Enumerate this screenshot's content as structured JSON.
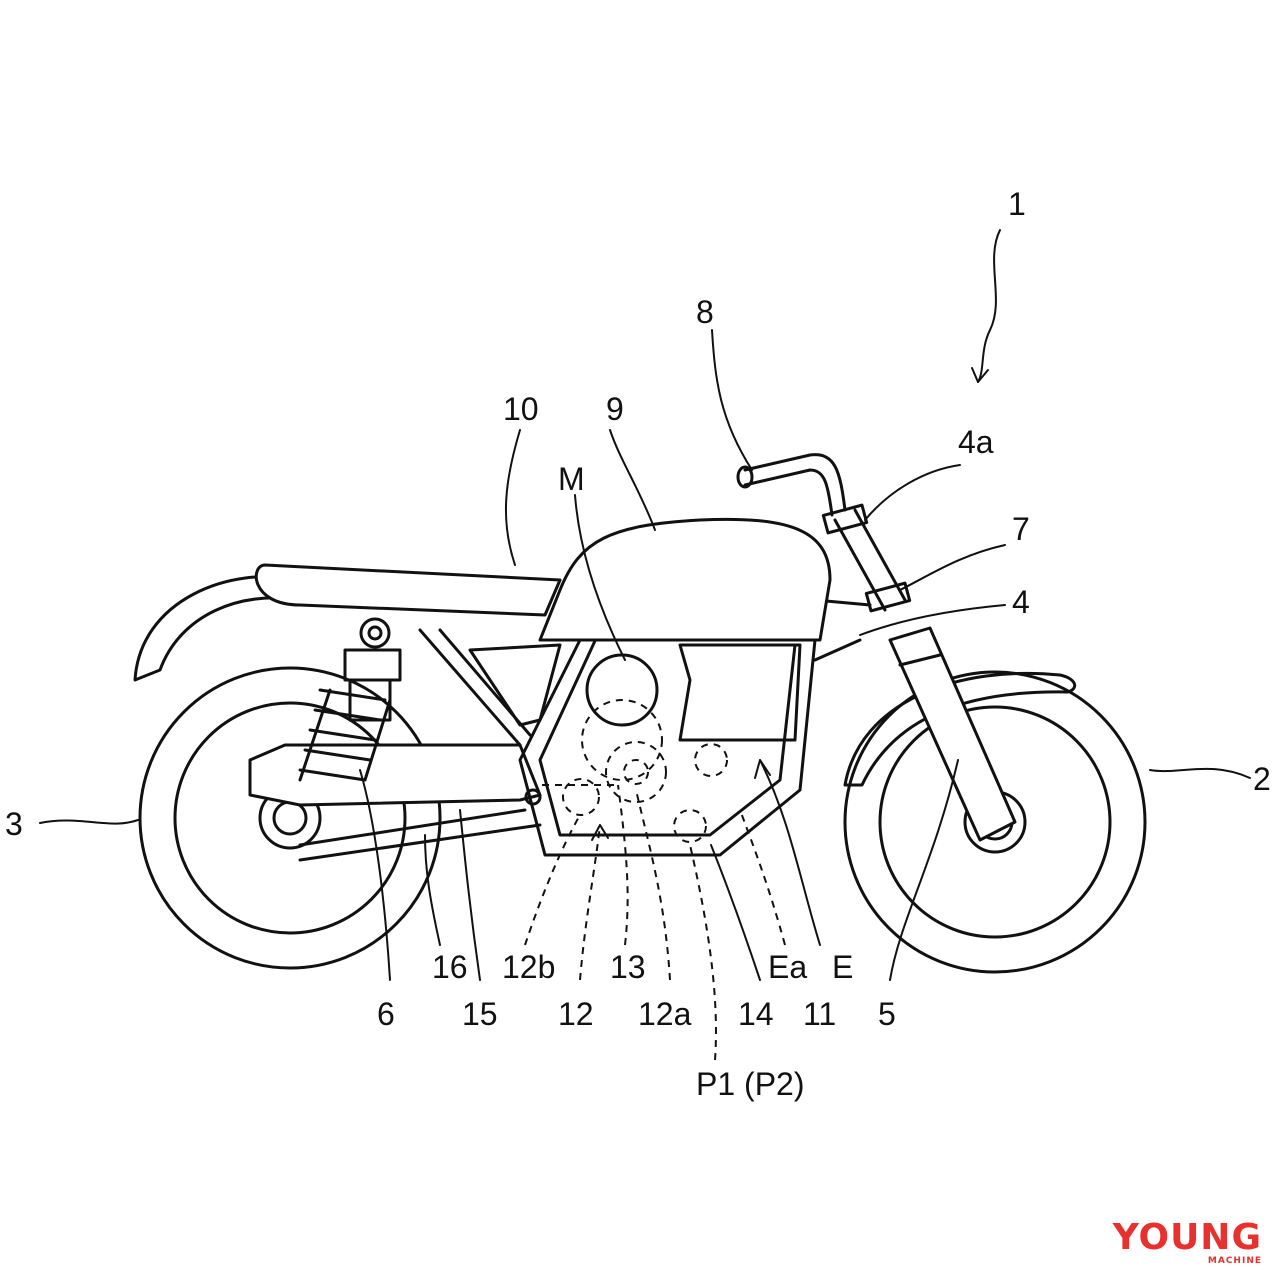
{
  "diagram": {
    "labels": {
      "l1": "1",
      "l2": "2",
      "l3": "3",
      "l4": "4",
      "l4a": "4a",
      "l5": "5",
      "l6": "6",
      "l7": "7",
      "l8": "8",
      "l9": "9",
      "l10": "10",
      "l11": "11",
      "l12": "12",
      "l12a": "12a",
      "l12b": "12b",
      "l13": "13",
      "l14": "14",
      "l15": "15",
      "l16": "16",
      "lM": "M",
      "lE": "E",
      "lEa": "Ea",
      "lP": "P1 (P2)"
    }
  },
  "watermark": {
    "main": "YOUNG",
    "sub": "MACHINE"
  },
  "colors": {
    "line": "#111111",
    "watermark": "#e8312e",
    "background": "#ffffff"
  }
}
